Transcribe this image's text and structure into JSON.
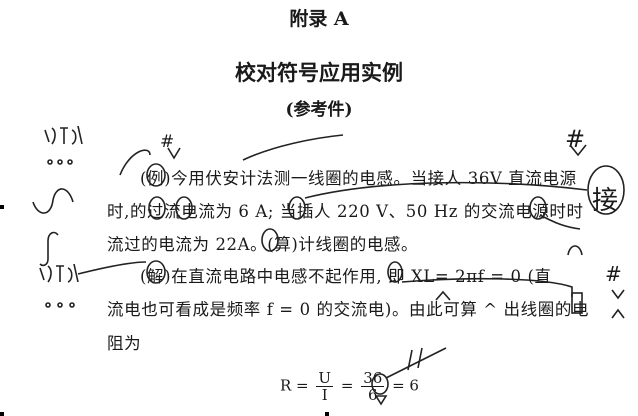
{
  "header": {
    "appendix": "附录 A",
    "title": "校对符号应用实例",
    "subtitle": "(参考件)"
  },
  "body": {
    "lines": [
      "(例)今用伏安计法测一线圈的电感。当接人 36V 直流电源",
      "时,的过流电流为 6 A; 当插人 220 V、50 Hz 的交流电源时时",
      "流过的电流为 22A。(算)计线圈的电感。",
      "(解)在直流电路中电感不起作用, 即 XL= 2πf = 0  (直",
      "流电也可看成是频率 f = 0 的交流电)。由此可算 ^ 出线圈的电",
      "阻为"
    ],
    "formula": {
      "lhs": "R =",
      "frac1_num": "U",
      "frac1_den": "I",
      "eq": "=",
      "frac2_num": "36",
      "frac2_den": "6",
      "result": "= 6"
    }
  },
  "annotations": {
    "hash_marks": [
      "#",
      "#",
      "#"
    ],
    "circled_char": "接"
  }
}
